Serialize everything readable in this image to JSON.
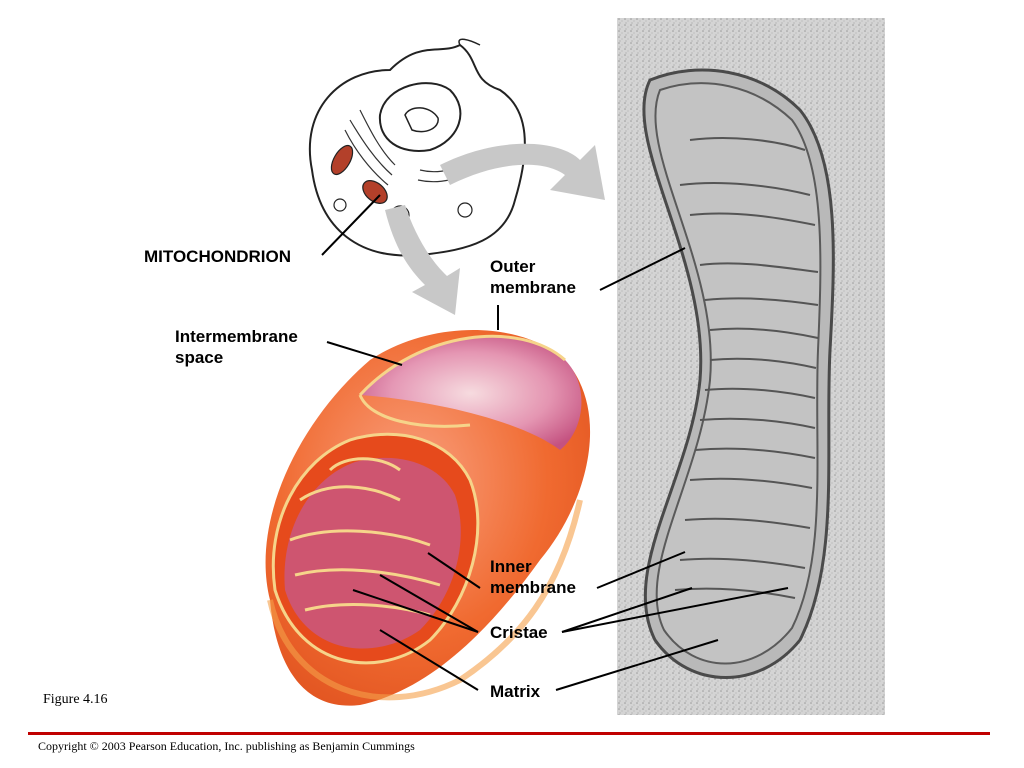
{
  "labels": {
    "mitochondrion": "MITOCHONDRION",
    "outer_membrane": [
      "Outer",
      "membrane"
    ],
    "intermembrane_space": [
      "Intermembrane",
      "space"
    ],
    "inner_membrane": [
      "Inner",
      "membrane"
    ],
    "cristae": "Cristae",
    "matrix": "Matrix"
  },
  "figure_label": "Figure 4.16",
  "copyright": "Copyright © 2003 Pearson Education, Inc. publishing as Benjamin Cummings",
  "colors": {
    "mito_outer": "#f0662c",
    "mito_inner": "#e64a1c",
    "mito_highlight": "#f7a083",
    "membrane_line": "#f6d48a",
    "matrix_pink": "#c65a8c",
    "arrow_gray": "#c8c8c8",
    "footer_rule": "#c00000",
    "micrograph_bg": "#cfcfcf"
  }
}
